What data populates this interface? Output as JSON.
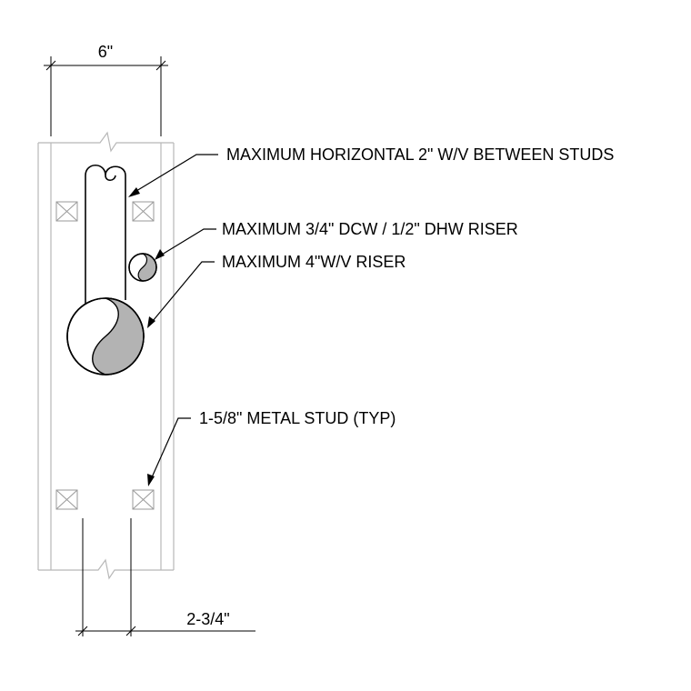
{
  "dimensions": {
    "top_width": "6\"",
    "bottom_offset": "2-3/4\""
  },
  "callouts": {
    "horizontal_pipe": "MAXIMUM HORIZONTAL 2\" W/V BETWEEN STUDS",
    "small_riser": "MAXIMUM 3/4\" DCW / 1/2\" DHW RISER",
    "large_riser": "MAXIMUM 4\"W/V RISER",
    "metal_stud": "1-5/8\" METAL STUD (TYP)"
  },
  "colors": {
    "ink": "#000000",
    "wall": "#b8b8b8",
    "riser_fill": "#b3b3b3"
  }
}
